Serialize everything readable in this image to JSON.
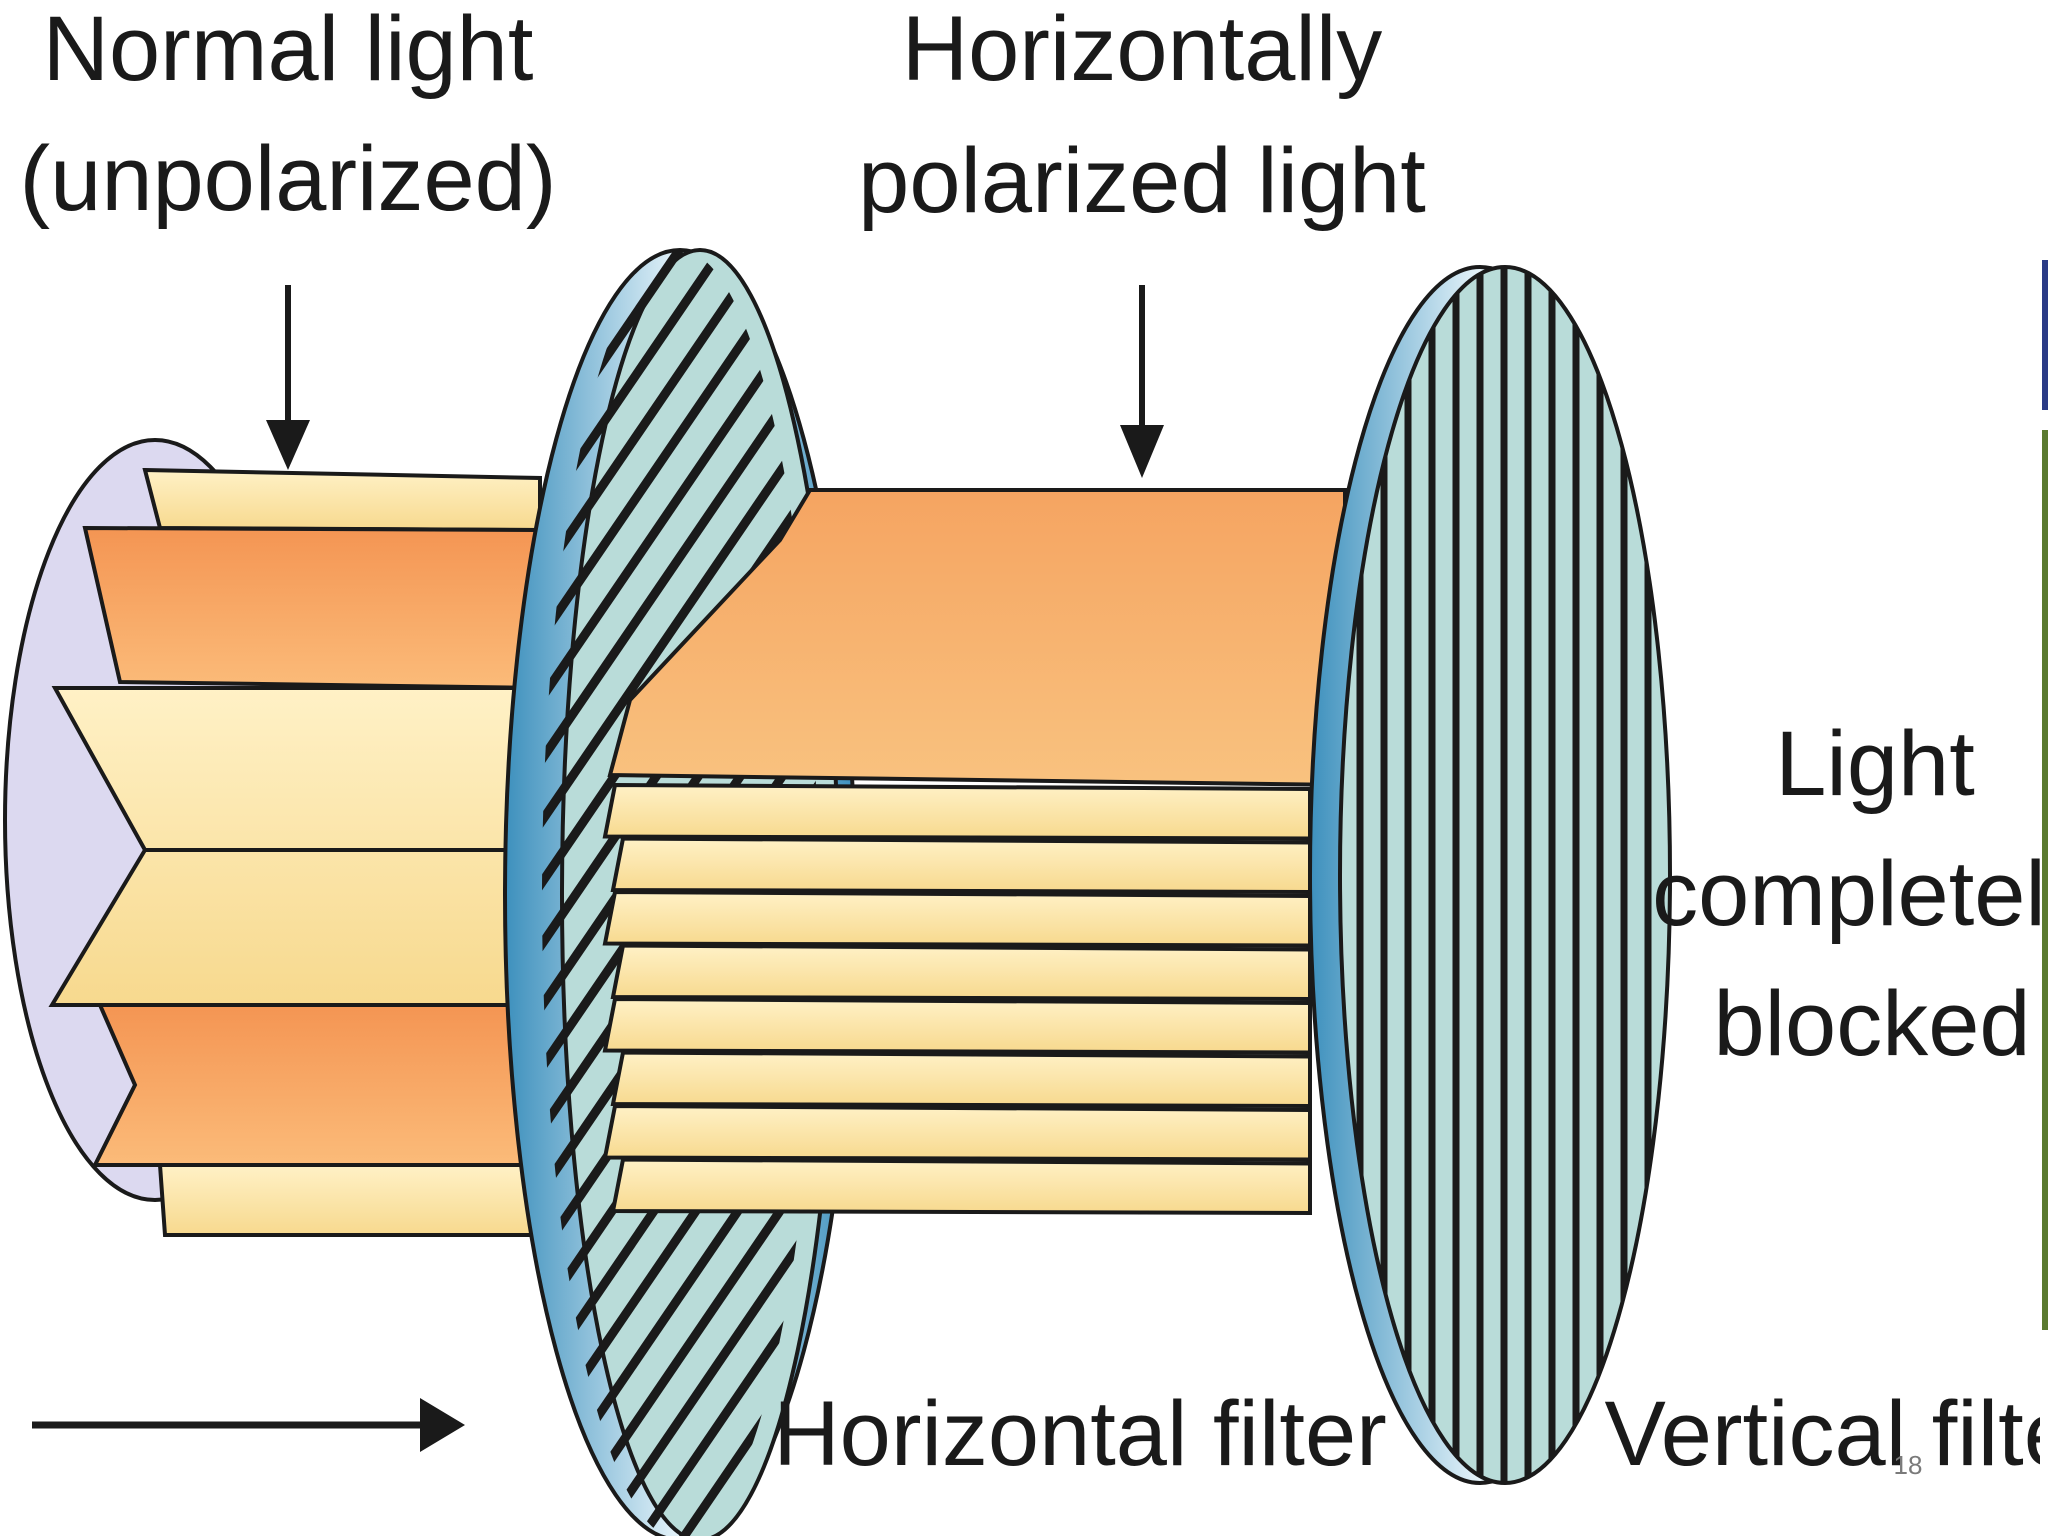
{
  "labels": {
    "normal_line1": "Normal light",
    "normal_line2": "(unpolarized)",
    "horiz_line1": "Horizontally",
    "horiz_line2": "polarized light",
    "blocked_line1": "Light",
    "blocked_line2": "completely",
    "blocked_line3": "blocked",
    "horizontal_filter": "Horizontal filter",
    "vertical_filter": "Vertical filter"
  },
  "page_number": "18",
  "colors": {
    "beam_orange": "#f7a865",
    "beam_yellow": "#fbe3a3",
    "filter_face": "#b9dcd9",
    "filter_rim": "#4f9fc6",
    "source_disk": "#dcd9f0",
    "line": "#1a1a1a"
  },
  "icons": {
    "unpolarized_arrow": "arrow-down-icon",
    "polarized_arrow": "arrow-down-icon",
    "direction_arrow": "arrow-right-icon"
  }
}
